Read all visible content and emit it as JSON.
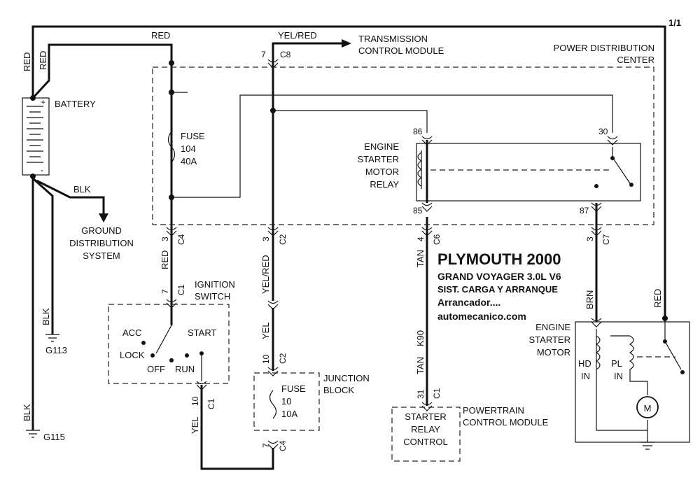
{
  "page_ref": "1/1",
  "title": {
    "line1": "PLYMOUTH 2000",
    "line2": "GRAND VOYAGER  3.0L  V6",
    "line3": "SIST. CARGA Y ARRANQUE",
    "line4": "Arrancador....",
    "line5": "automecanico.com"
  },
  "components": {
    "battery": "BATTERY",
    "ground_dist": [
      "GROUND",
      "DISTRIBUTION",
      "SYSTEM"
    ],
    "transmission": [
      "TRANSMISSION",
      "CONTROL MODULE"
    ],
    "pdc": [
      "POWER DISTRIBUTION",
      "CENTER"
    ],
    "fuse104": [
      "FUSE",
      "104",
      "40A"
    ],
    "relay": [
      "ENGINE",
      "STARTER",
      "MOTOR",
      "RELAY"
    ],
    "ignition": [
      "IGNITION",
      "SWITCH"
    ],
    "ign_positions": {
      "acc": "ACC",
      "lock": "LOCK",
      "off": "OFF",
      "run": "RUN",
      "start": "START"
    },
    "junction": [
      "JUNCTION",
      "BLOCK"
    ],
    "fuse10": [
      "FUSE",
      "10",
      "10A"
    ],
    "pcm_box": [
      "STARTER",
      "RELAY",
      "CONTROL"
    ],
    "pcm_name": [
      "POWERTRAIN",
      "CONTROL MODULE"
    ],
    "motor": [
      "ENGINE",
      "STARTER",
      "MOTOR"
    ],
    "hd": [
      "HD",
      "IN"
    ],
    "pl": [
      "PL",
      "IN"
    ],
    "m": "M"
  },
  "grounds": {
    "g113": "G113",
    "g115": "G115"
  },
  "wires": {
    "red": "RED",
    "blk": "BLK",
    "yel_red": "YEL/RED",
    "yel": "YEL",
    "tan": "TAN",
    "brn": "BRN",
    "k90": "K90"
  },
  "connectors": {
    "c8": "C8",
    "c4": "C4",
    "c2": "C2",
    "c6": "C6",
    "c7": "C7",
    "c1": "C1"
  },
  "pins": {
    "p7": "7",
    "p3": "3",
    "p4": "4",
    "p10": "10",
    "p31": "31",
    "p86": "86",
    "p85": "85",
    "p30": "30",
    "p87": "87"
  }
}
